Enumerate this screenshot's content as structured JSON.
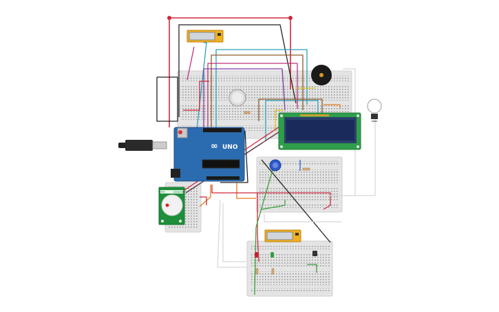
{
  "canvas": {
    "background": "#ffffff"
  },
  "arduino": {
    "brand_mark": "∞",
    "model": "UNO",
    "board_color": "#2b6cb0"
  },
  "pir_sensor": {
    "label_left": "PIR",
    "label_right": "SENSOR",
    "board_color": "#1e8f3a"
  },
  "lcd": {
    "board_color": "#2e9e4a",
    "screen_color": "#1a2a5a"
  },
  "colors": {
    "breadboard": "#e4e4e4",
    "wire_red": "#d0283a",
    "wire_black": "#222222",
    "wire_teal": "#2aa0b8",
    "wire_brown": "#8a5a2a",
    "wire_magenta": "#c0307a",
    "wire_purple": "#7a3aa0",
    "wire_orange": "#e07a1a",
    "wire_green": "#3aa03a",
    "wire_yellow": "#e0c020",
    "wire_white": "#d8d8d8",
    "wire_blue": "#2a5ad0",
    "relay": "#f0b020"
  },
  "icons": [
    "usb-cable-icon",
    "buzzer-icon",
    "light-bulb-icon",
    "potentiometer-icon"
  ]
}
